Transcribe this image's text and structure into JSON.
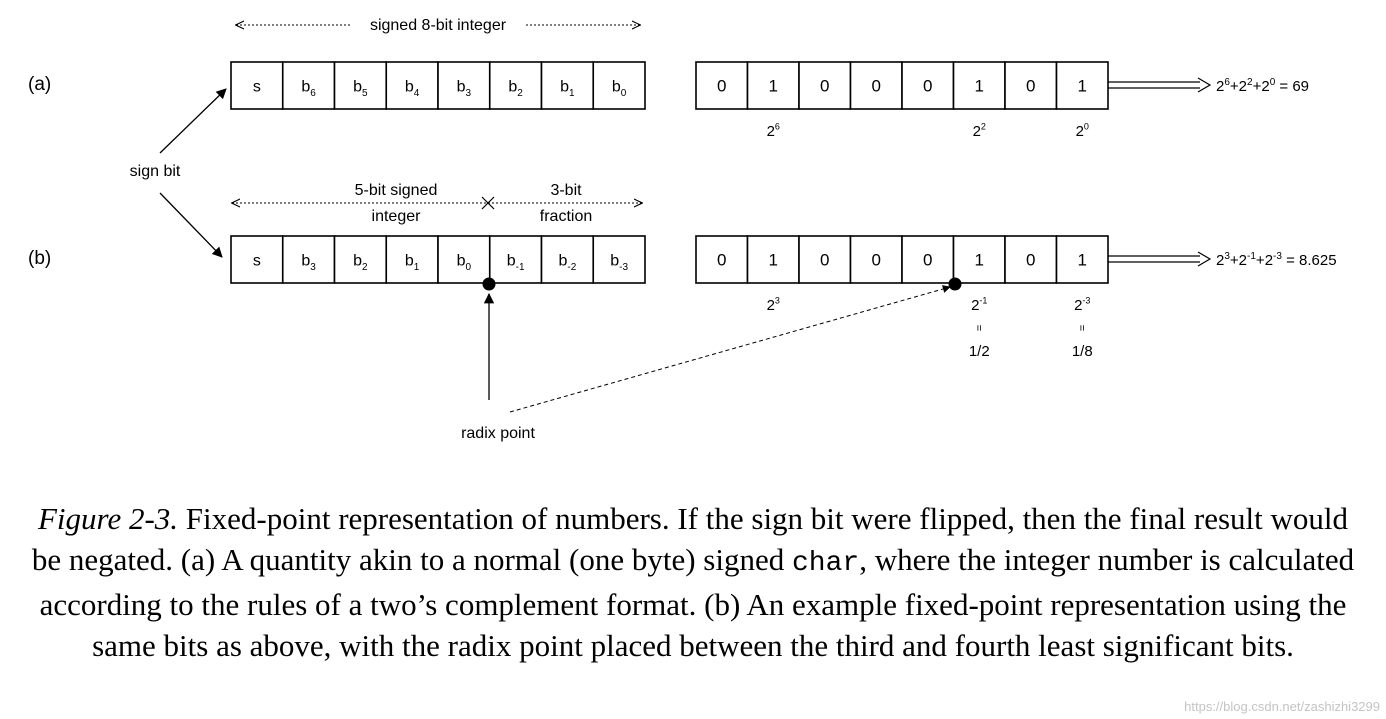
{
  "row_labels": {
    "a": "(a)",
    "b": "(b)"
  },
  "annotations": {
    "sign_bit": "sign bit",
    "radix_point": "radix point",
    "span_a": "signed 8-bit integer",
    "span_b_int_line1": "5-bit signed",
    "span_b_int_line2": "integer",
    "span_b_frac_line1": "3-bit",
    "span_b_frac_line2": "fraction"
  },
  "row_a": {
    "layout_cells": [
      {
        "base": "s",
        "sub": ""
      },
      {
        "base": "b",
        "sub": "6"
      },
      {
        "base": "b",
        "sub": "5"
      },
      {
        "base": "b",
        "sub": "4"
      },
      {
        "base": "b",
        "sub": "3"
      },
      {
        "base": "b",
        "sub": "2"
      },
      {
        "base": "b",
        "sub": "1"
      },
      {
        "base": "b",
        "sub": "0"
      }
    ],
    "bits": [
      "0",
      "1",
      "0",
      "0",
      "0",
      "1",
      "0",
      "1"
    ],
    "weights": [
      {
        "index": 1,
        "base": "2",
        "sup": "6"
      },
      {
        "index": 5,
        "base": "2",
        "sup": "2"
      },
      {
        "index": 7,
        "base": "2",
        "sup": "0"
      }
    ],
    "result": {
      "terms": [
        {
          "base": "2",
          "sup": "6"
        },
        {
          "base": "2",
          "sup": "2"
        },
        {
          "base": "2",
          "sup": "0"
        }
      ],
      "joiner": "+",
      "equals": " = ",
      "value": "69"
    }
  },
  "row_b": {
    "layout_cells": [
      {
        "base": "s",
        "sub": ""
      },
      {
        "base": "b",
        "sub": "3"
      },
      {
        "base": "b",
        "sub": "2"
      },
      {
        "base": "b",
        "sub": "1"
      },
      {
        "base": "b",
        "sub": "0"
      },
      {
        "base": "b",
        "sub": "-1"
      },
      {
        "base": "b",
        "sub": "-2"
      },
      {
        "base": "b",
        "sub": "-3"
      }
    ],
    "bits": [
      "0",
      "1",
      "0",
      "0",
      "0",
      "1",
      "0",
      "1"
    ],
    "weights": [
      {
        "index": 1,
        "base": "2",
        "sup": "3"
      },
      {
        "index": 5,
        "base": "2",
        "sup": "-1",
        "eq": "=",
        "frac": "1/2"
      },
      {
        "index": 7,
        "base": "2",
        "sup": "-3",
        "eq": "=",
        "frac": "1/8"
      }
    ],
    "result": {
      "terms": [
        {
          "base": "2",
          "sup": "3"
        },
        {
          "base": "2",
          "sup": "-1"
        },
        {
          "base": "2",
          "sup": "-3"
        }
      ],
      "joiner": "+",
      "equals": " = ",
      "value": "8.625"
    }
  },
  "caption": {
    "label": "Figure 2-3.",
    "text_1": " Fixed-point representation of numbers. If the sign bit were flipped, then the final result would be negated. (a) A quantity akin to a normal (one byte) signed ",
    "code": "char",
    "text_2": ", where the integer number is calculated according to the rules of a two’s complement format. (b) An example fixed-point representation using the same bits as above, with the radix point placed between the third and fourth least significant bits."
  },
  "watermark": "https://blog.csdn.net/zashizhi3299"
}
